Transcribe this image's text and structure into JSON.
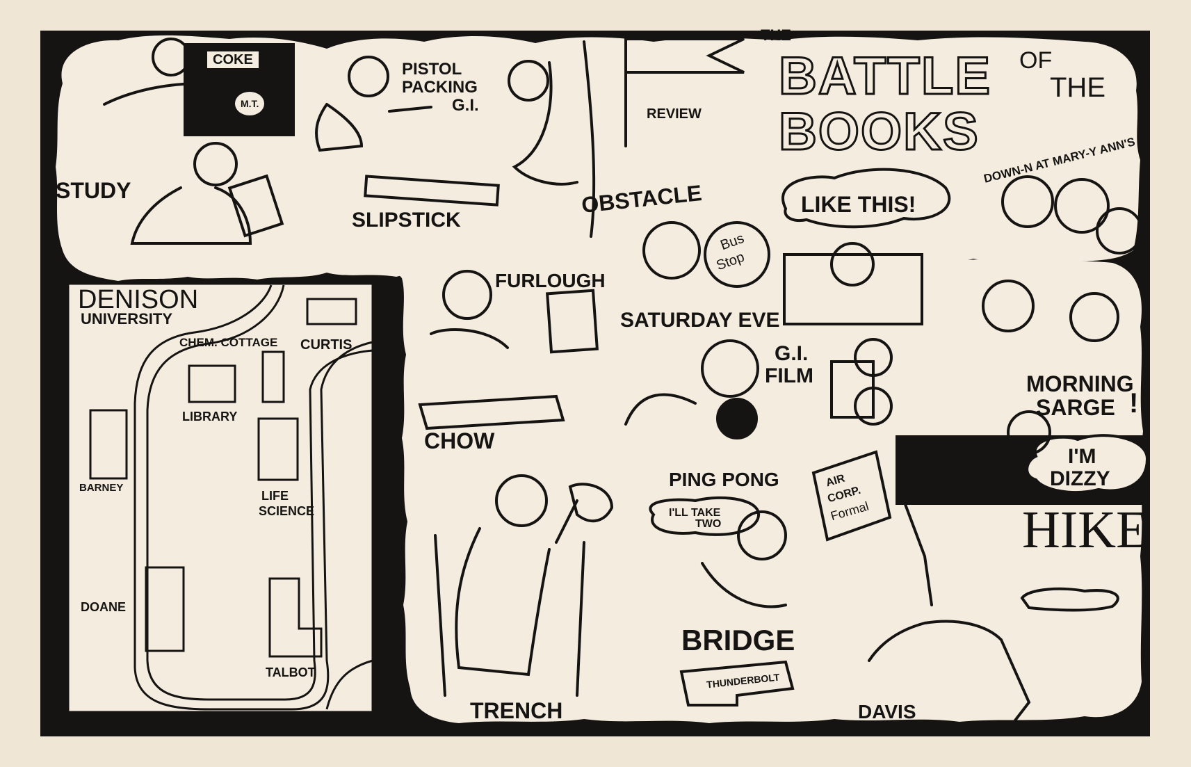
{
  "colors": {
    "paper": "#efe6d6",
    "ink": "#161412",
    "panel": "#f3ecdf"
  },
  "header": {
    "the_1": "THE",
    "title_1": "BATTLE",
    "title_2": "BOOKS",
    "of": "OF",
    "the_2": "THE"
  },
  "captions": {
    "study": "STUDY",
    "coke": "COKE",
    "mt": "M.T.",
    "pistol_1": "PISTOL",
    "pistol_2": "PACKING",
    "pistol_3": "G.I.",
    "slipstick": "SLIPSTICK",
    "review": "REVIEW",
    "obstacle": "OBSTACLE",
    "mary_ann": "DOWN-N AT MARY-Y ANN'S",
    "like_this": "LIKE THIS!",
    "bus_1": "Bus",
    "bus_2": "Stop",
    "saturday": "SATURDAY EVE",
    "furlough": "FURLOUGH",
    "chow": "CHOW",
    "gi_1": "G.I.",
    "gi_2": "FILM",
    "morning_1": "MORNING",
    "morning_2": "SARGE",
    "morning_excl": "!",
    "dizzy_1": "I'M",
    "dizzy_2": "DIZZY",
    "hike": "HIKE",
    "pingpong": "PING PONG",
    "take_1": "I'LL TAKE",
    "take_2": "TWO",
    "air_1": "AIR",
    "air_2": "CORP.",
    "air_3": "Formal",
    "bridge": "BRIDGE",
    "thunderbolt": "THUNDERBOLT",
    "davis": "DAVIS",
    "trench": "TRENCH"
  },
  "map": {
    "title_1": "DENISON",
    "title_2": "UNIVERSITY",
    "buildings": {
      "chem": "CHEM. COTTAGE",
      "curtis": "CURTIS",
      "library": "LIBRARY",
      "barney": "BARNEY",
      "life_1": "LIFE",
      "life_2": "SCIENCE",
      "doane": "DOANE",
      "talbot": "TALBOT"
    }
  }
}
